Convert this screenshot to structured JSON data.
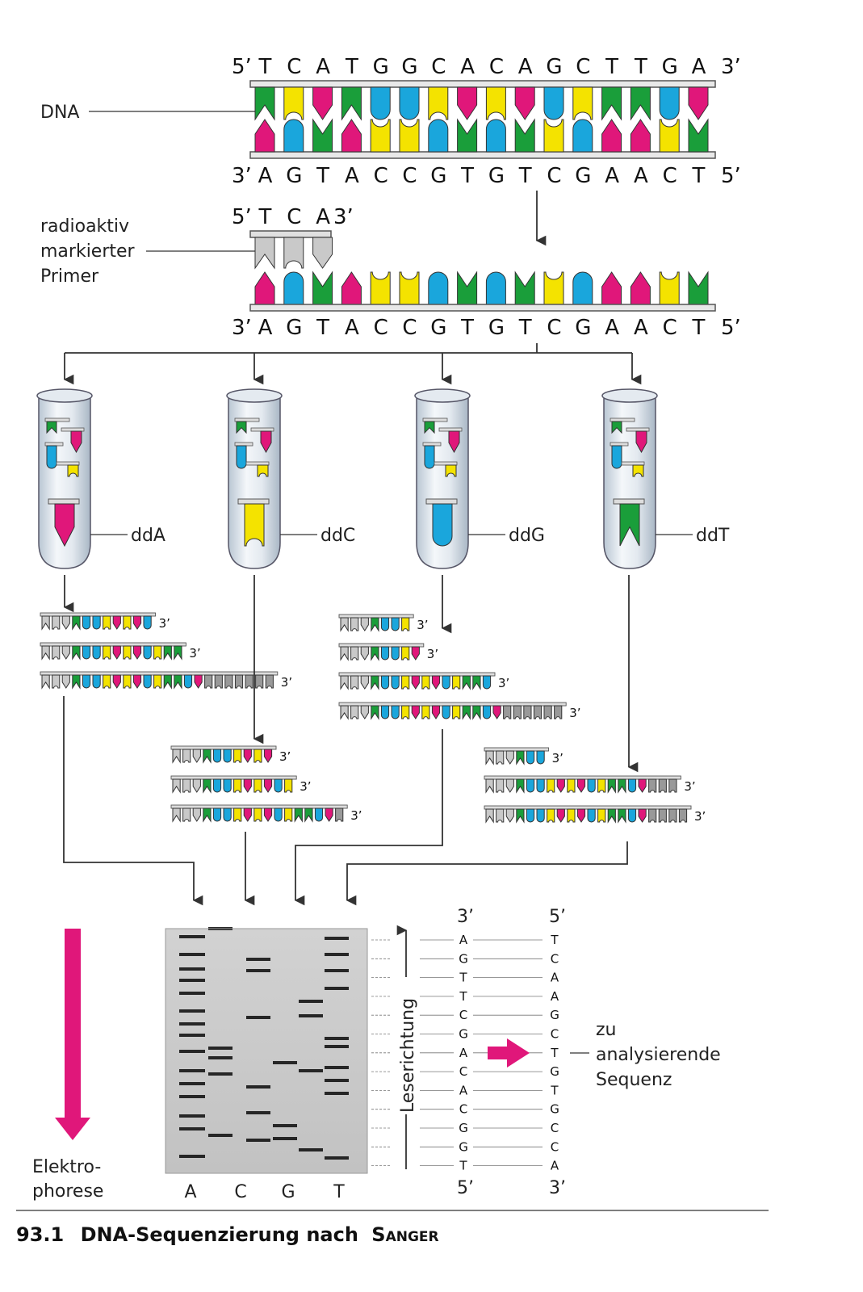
{
  "colors": {
    "A": "#e0177a",
    "T": "#1a9e3a",
    "G": "#1aa6dc",
    "C": "#f4e300",
    "primer": "#c9c9c9",
    "arrow_pink": "#e0177a",
    "line": "#333333"
  },
  "top_strand": {
    "start": "5’",
    "end": "3’",
    "bases": [
      "T",
      "C",
      "A",
      "T",
      "G",
      "G",
      "C",
      "A",
      "C",
      "A",
      "G",
      "C",
      "T",
      "T",
      "G",
      "A"
    ]
  },
  "bottom_strand": {
    "start": "3’",
    "end": "5’",
    "bases": [
      "A",
      "G",
      "T",
      "A",
      "C",
      "C",
      "G",
      "T",
      "G",
      "T",
      "C",
      "G",
      "A",
      "A",
      "C",
      "T"
    ]
  },
  "labels": {
    "dna": "DNA",
    "primer_line1": "radioaktiv",
    "primer_line2": "markierter",
    "primer_line3": "Primer",
    "electro_line1": "Elektro-",
    "electro_line2": "phorese",
    "reading_direction": "Leserichtung",
    "seq_label_line1": "zu",
    "seq_label_line2": "analysierende",
    "seq_label_line3": "Sequenz"
  },
  "primer": {
    "start": "5’",
    "end": "3’",
    "bases": [
      "T",
      "C",
      "A"
    ]
  },
  "template_strand": {
    "start": "3’",
    "end": "5’",
    "bases": [
      "A",
      "G",
      "T",
      "A",
      "C",
      "C",
      "G",
      "T",
      "G",
      "T",
      "C",
      "G",
      "A",
      "A",
      "C",
      "T"
    ]
  },
  "tubes": [
    {
      "label": "ddA",
      "base": "A"
    },
    {
      "label": "ddC",
      "base": "C"
    },
    {
      "label": "ddG",
      "base": "G"
    },
    {
      "label": "ddT",
      "base": "T"
    }
  ],
  "fragment_end": "3’",
  "gel_lanes": [
    "A",
    "C",
    "G",
    "T"
  ],
  "read_left": {
    "top": "3’",
    "bottom": "5’",
    "bases": [
      "A",
      "G",
      "T",
      "T",
      "C",
      "G",
      "A",
      "C",
      "A",
      "C",
      "G",
      "G",
      "T"
    ]
  },
  "read_right": {
    "top": "5’",
    "bottom": "3’",
    "bases": [
      "T",
      "C",
      "A",
      "A",
      "G",
      "C",
      "T",
      "G",
      "T",
      "G",
      "C",
      "C",
      "A"
    ]
  },
  "caption": {
    "number": "93.1",
    "title": "DNA-Sequenzierung nach",
    "author": "Sanger"
  }
}
